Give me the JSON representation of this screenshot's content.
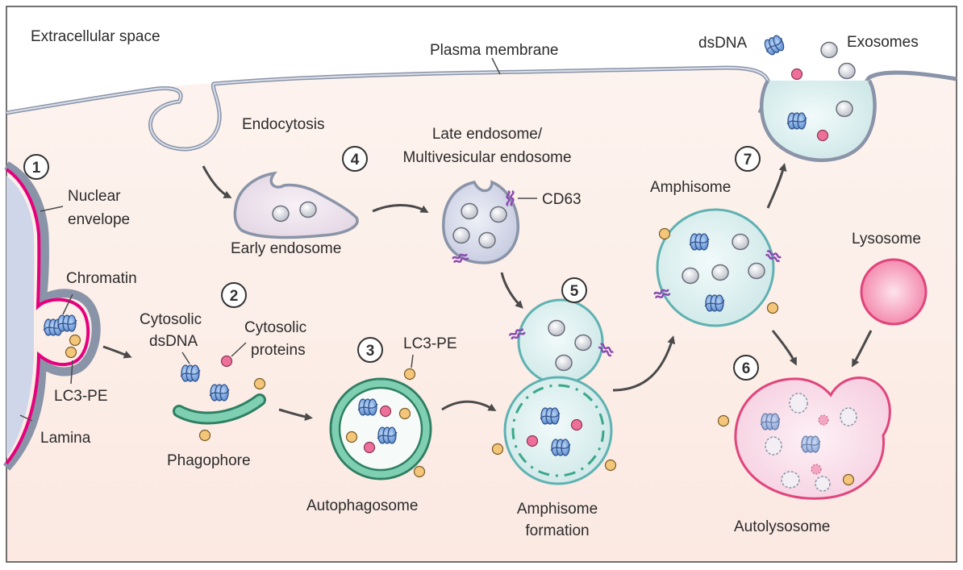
{
  "labels": {
    "extracellular_space": "Extracellular space",
    "plasma_membrane": "Plasma membrane",
    "endocytosis": "Endocytosis",
    "early_endosome": "Early endosome",
    "late_endosome_1": "Late endosome/",
    "late_endosome_2": "Multivesicular endosome",
    "cd63": "CD63",
    "nuclear_envelope_1": "Nuclear",
    "nuclear_envelope_2": "envelope",
    "chromatin": "Chromatin",
    "lc3pe_left": "LC3-PE",
    "lamina": "Lamina",
    "cytosolic_dsdna_1": "Cytosolic",
    "cytosolic_dsdna_2": "dsDNA",
    "cytosolic_proteins_1": "Cytosolic",
    "cytosolic_proteins_2": "proteins",
    "phagophore": "Phagophore",
    "lc3pe_mid": "LC3-PE",
    "autophagosome": "Autophagosome",
    "amphisome_formation_1": "Amphisome",
    "amphisome_formation_2": "formation",
    "amphisome": "Amphisome",
    "dsdna": "dsDNA",
    "exosomes": "Exosomes",
    "lysosome": "Lysosome",
    "autolysosome": "Autolysosome"
  },
  "steps": [
    "1",
    "2",
    "3",
    "4",
    "5",
    "6",
    "7"
  ],
  "colors": {
    "cytoplasm": "#fdf3ee",
    "membrane": "#8a94a8",
    "nuclear_pink": "#e6007e",
    "dna_blue": "#6fa0e0",
    "protein_pink": "#ee6f9a",
    "lc3_gold": "#f3c67a",
    "autophagosome_green": "#3aa88a",
    "cd63_purple": "#8a4bb0",
    "lysosome_pink": "#f27ba3"
  }
}
